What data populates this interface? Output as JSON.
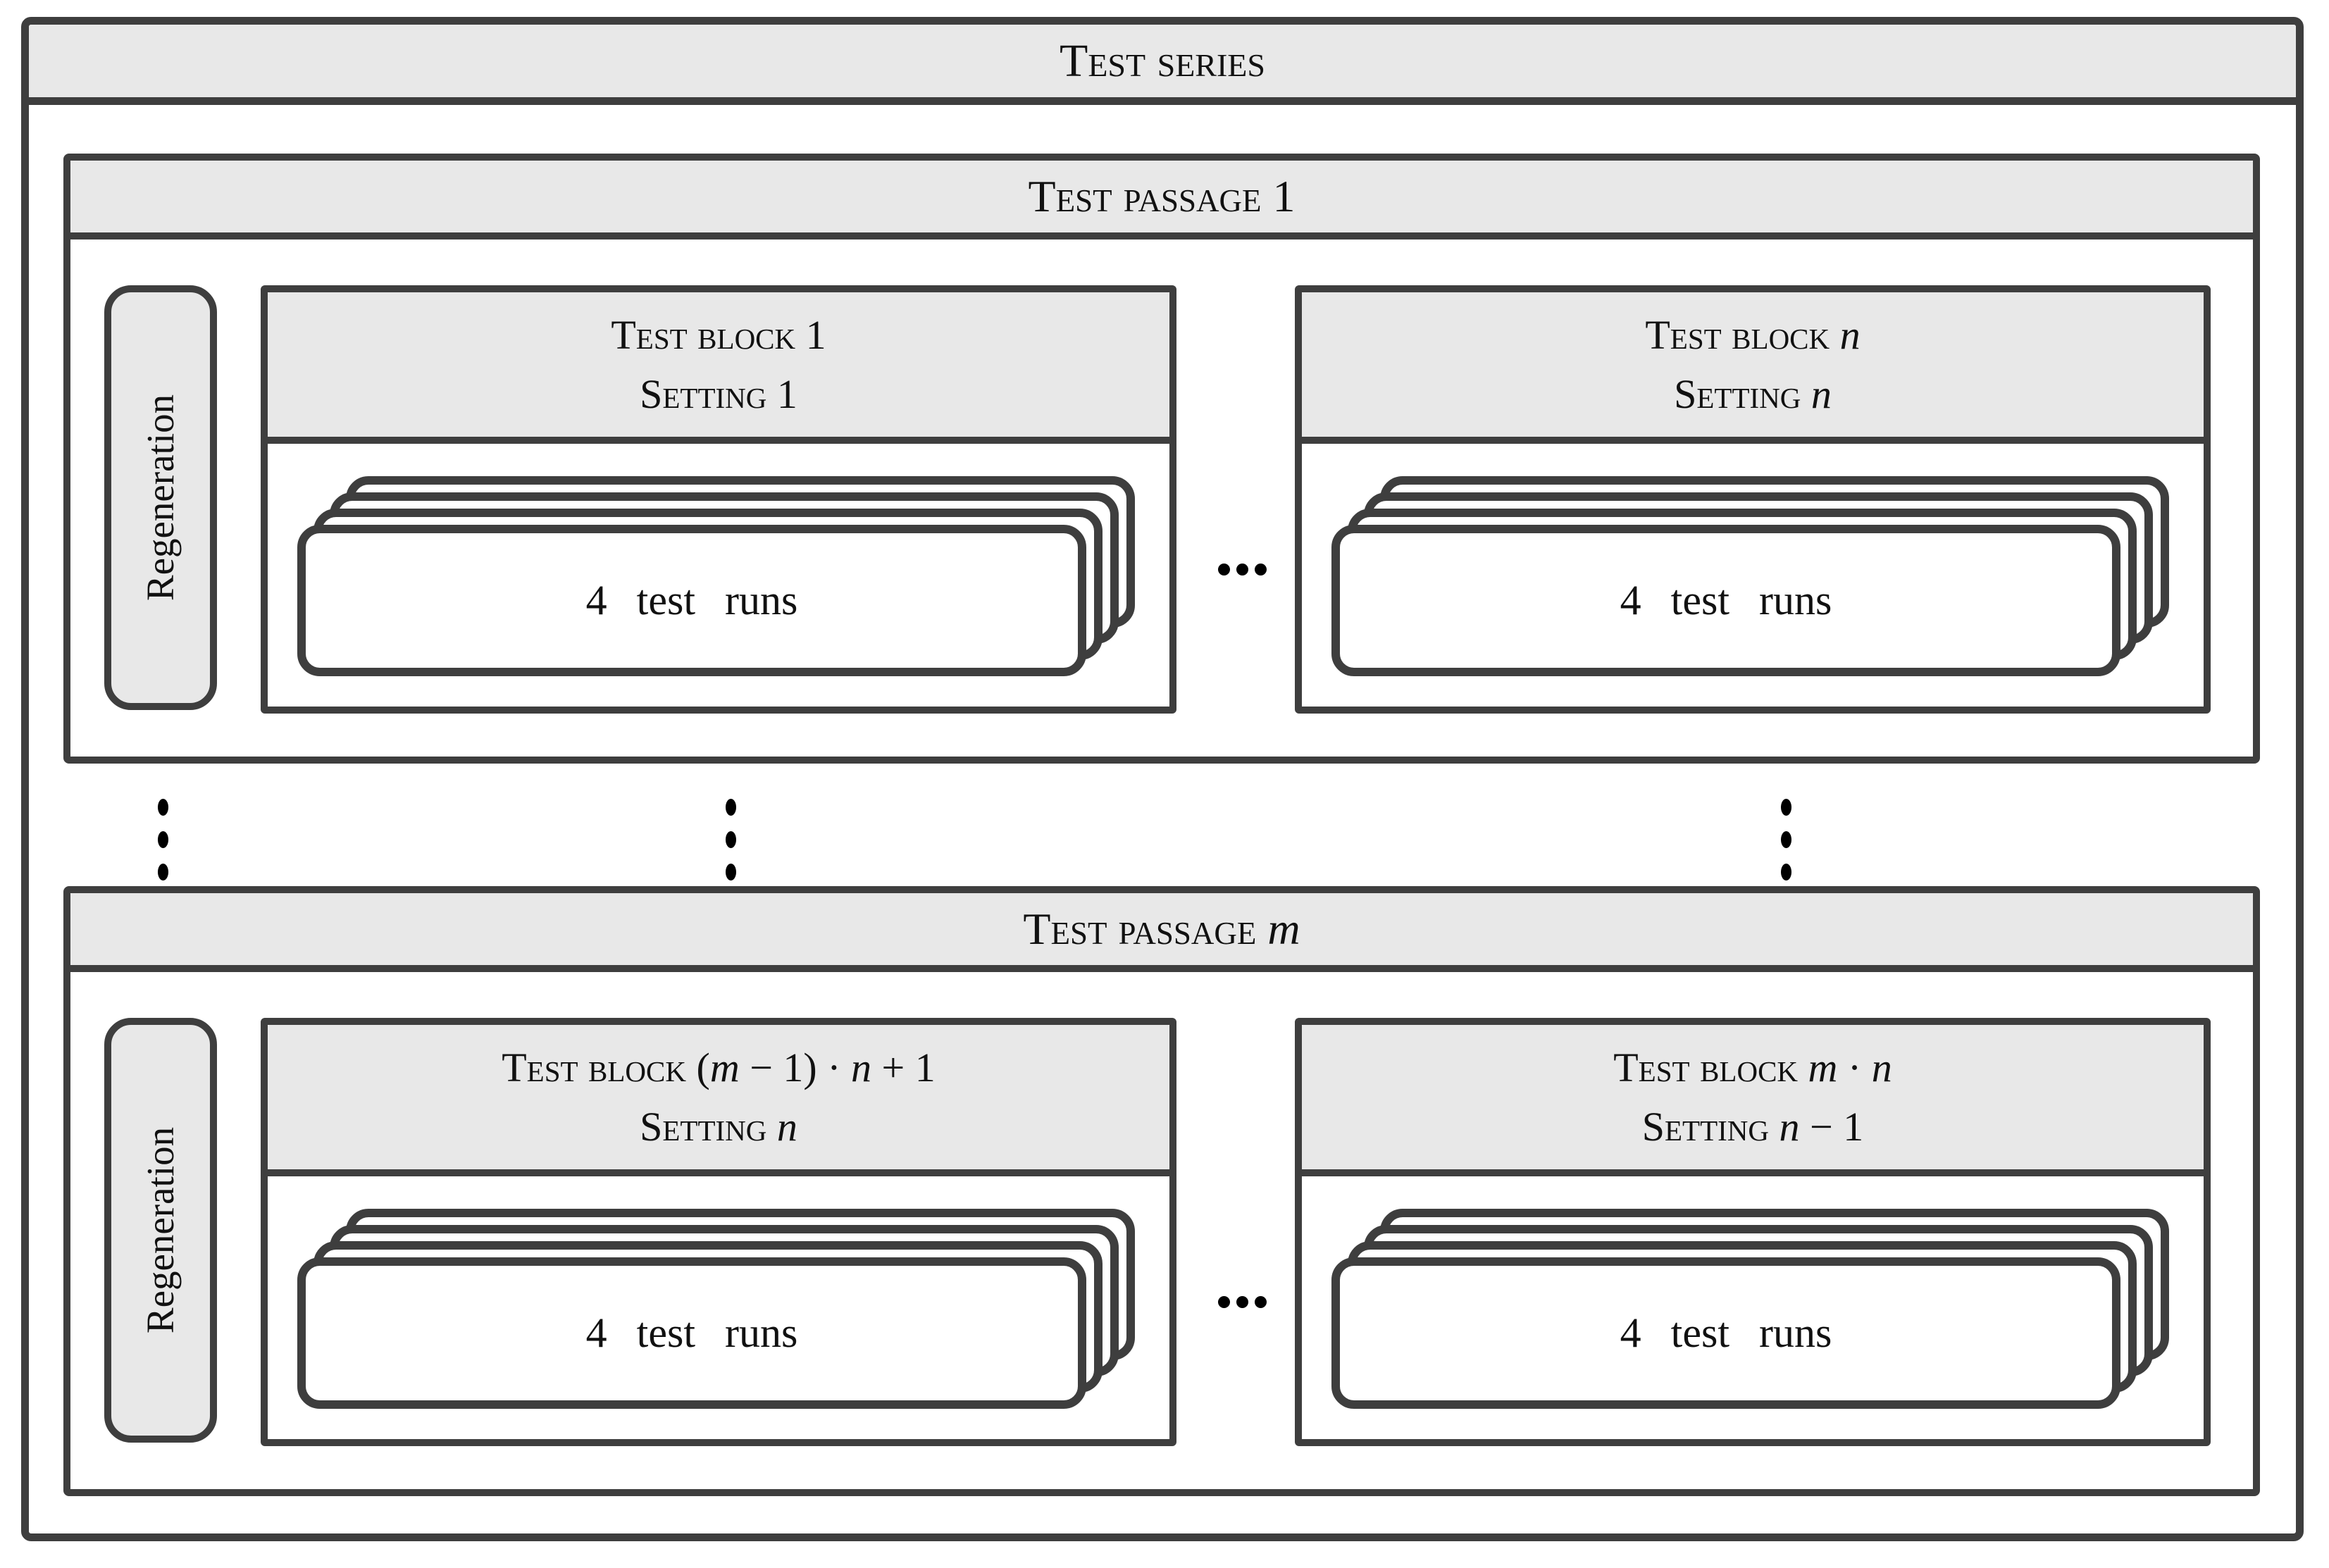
{
  "colors": {
    "border": "#3e3e3e",
    "header_fill": "#e8e8e8",
    "card_fill": "#ffffff",
    "text": "#111111",
    "background": "#ffffff"
  },
  "series": {
    "title_segments": [
      {
        "text": "Test series"
      }
    ]
  },
  "passages": [
    {
      "title_segments": [
        {
          "text": "Test passage 1"
        }
      ],
      "regeneration_label": "Regeneration",
      "blocks": [
        {
          "line1_segments": [
            {
              "text": "Test block 1"
            }
          ],
          "line2_segments": [
            {
              "text": "Setting 1"
            }
          ],
          "runs_label": "4 test runs",
          "stacked_cards": 4
        },
        {
          "line1_segments": [
            {
              "text": "Test block "
            },
            {
              "text": "n",
              "italic": true
            }
          ],
          "line2_segments": [
            {
              "text": "Setting "
            },
            {
              "text": "n",
              "italic": true
            }
          ],
          "runs_label": "4 test runs",
          "stacked_cards": 4
        }
      ]
    },
    {
      "title_segments": [
        {
          "text": "Test passage "
        },
        {
          "text": "m",
          "italic": true
        }
      ],
      "regeneration_label": "Regeneration",
      "blocks": [
        {
          "line1_segments": [
            {
              "text": "Test block ("
            },
            {
              "text": "m",
              "italic": true
            },
            {
              "text": " − 1) · "
            },
            {
              "text": "n",
              "italic": true
            },
            {
              "text": " + 1"
            }
          ],
          "line2_segments": [
            {
              "text": "Setting "
            },
            {
              "text": "n",
              "italic": true
            }
          ],
          "runs_label": "4 test runs",
          "stacked_cards": 4
        },
        {
          "line1_segments": [
            {
              "text": "Test block "
            },
            {
              "text": "m",
              "italic": true
            },
            {
              "text": " · "
            },
            {
              "text": "n",
              "italic": true
            }
          ],
          "line2_segments": [
            {
              "text": "Setting "
            },
            {
              "text": "n",
              "italic": true
            },
            {
              "text": " − 1"
            }
          ],
          "runs_label": "4 test runs",
          "stacked_cards": 4
        }
      ]
    }
  ]
}
